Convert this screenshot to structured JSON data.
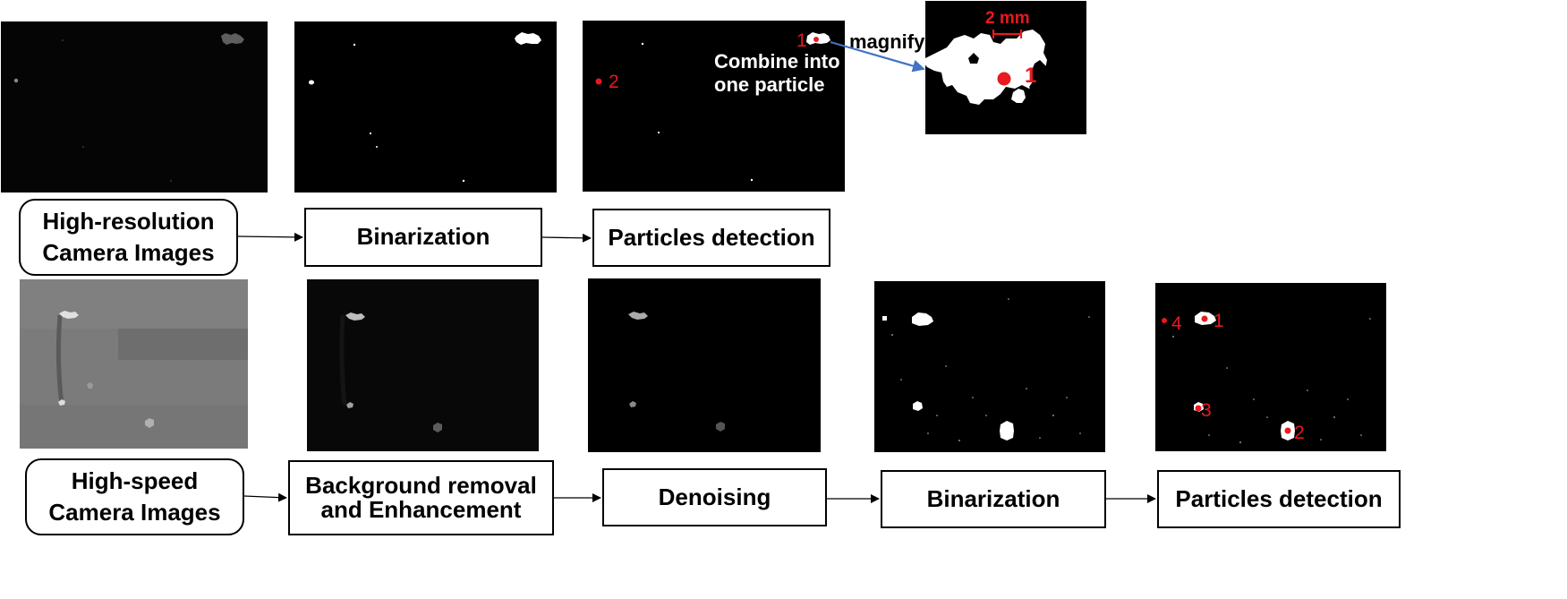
{
  "top_row": {
    "boxes": [
      {
        "lines": [
          "High-resolution",
          "Camera Images"
        ]
      },
      {
        "lines": [
          "Binarization"
        ]
      },
      {
        "lines": [
          "Particles detection"
        ]
      }
    ],
    "detection_labels": [
      "1",
      "2"
    ],
    "annotation_lines": [
      "Combine into",
      "one particle"
    ],
    "magnify_label": "magnify",
    "scale_bar_label": "2 mm",
    "magnified_label": "1"
  },
  "bottom_row": {
    "boxes": [
      {
        "lines": [
          "High-speed",
          "Camera Images"
        ]
      },
      {
        "lines": [
          "Background removal",
          "and Enhancement"
        ]
      },
      {
        "lines": [
          "Denoising"
        ]
      },
      {
        "lines": [
          "Binarization"
        ]
      },
      {
        "lines": [
          "Particles detection"
        ]
      }
    ],
    "detection_labels": [
      "1",
      "2",
      "3",
      "4"
    ]
  },
  "colors": {
    "marker_red": "#e8191f",
    "magnify_arrow": "#4472c4",
    "flow_arrow": "#000000",
    "raw_background_gray": "#7b7b7b"
  }
}
